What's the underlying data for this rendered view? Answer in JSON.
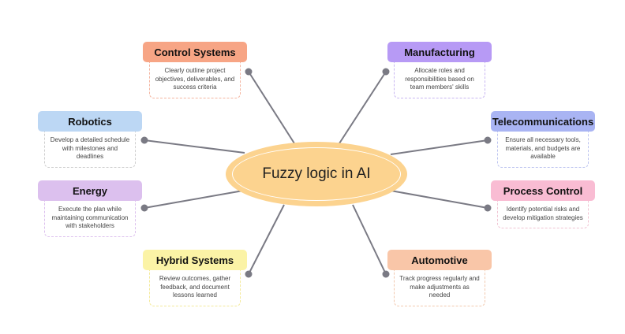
{
  "center": {
    "label": "Fuzzy logic in AI",
    "color": "#fcd38f"
  },
  "nodes": [
    {
      "id": "control-systems",
      "title": "Control Systems",
      "desc": "Clearly outline project objectives, deliverables, and success criteria",
      "color": "#f7a585",
      "border": "#f4b5a0"
    },
    {
      "id": "robotics",
      "title": "Robotics",
      "desc": "Develop a detailed schedule with milestones and deadlines",
      "color": "#bcd7f4",
      "border": "#cfcfcf"
    },
    {
      "id": "energy",
      "title": "Energy",
      "desc": "Execute the plan while maintaining communication with stakeholders",
      "color": "#dcc0ee",
      "border": "#dcc0ee"
    },
    {
      "id": "hybrid-systems",
      "title": "Hybrid Systems",
      "desc": "Review outcomes, gather feedback, and document lessons learned",
      "color": "#fbf3a6",
      "border": "#f4ea9a"
    },
    {
      "id": "manufacturing",
      "title": "Manufacturing",
      "desc": "Allocate roles and responsibilities based on team members' skills",
      "color": "#b79af5",
      "border": "#c9b7f2"
    },
    {
      "id": "telecommunications",
      "title": "Telecommunications",
      "desc": "Ensure all necessary tools, materials, and budgets are available",
      "color": "#a9b4f3",
      "border": "#bdc4f0"
    },
    {
      "id": "process-control",
      "title": "Process Control",
      "desc": "Identify potential risks and develop mitigation strategies",
      "color": "#f9bcd3",
      "border": "#f0c3d2"
    },
    {
      "id": "automotive",
      "title": "Automotive",
      "desc": "Track progress regularly and make adjustments as needed",
      "color": "#f9c6a8",
      "border": "#f2c9af"
    }
  ]
}
